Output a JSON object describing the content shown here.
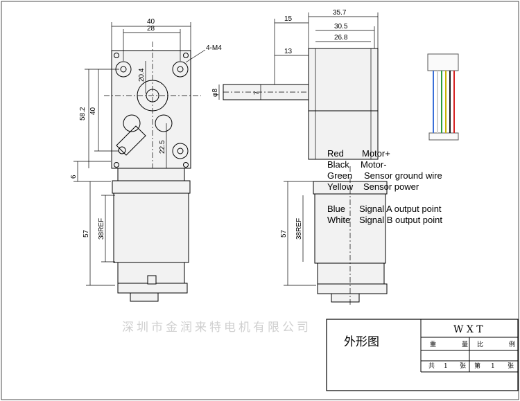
{
  "front_view": {
    "dims": {
      "width_40": "40",
      "hole_spacing_28": "28",
      "mount_holes": "4-M4",
      "offset_20_4": "20.4",
      "height_58_2": "58.2",
      "height_40": "40",
      "offset_22_5": "22.5",
      "gap_6": "6",
      "motor_57": "57",
      "motor_38ref": "38REF"
    }
  },
  "side_view": {
    "dims": {
      "d_35_7": "35.7",
      "d_30_5": "30.5",
      "d_26_8": "26.8",
      "d_15": "15",
      "d_13": "13",
      "shaft_dia": "φ8",
      "shaft_7": "7",
      "motor_57": "57",
      "motor_38ref": "38REF"
    }
  },
  "wiring": [
    {
      "color": "Red",
      "function": "Motor+"
    },
    {
      "color": "Black",
      "function": "Motor-"
    },
    {
      "color": "Green",
      "function": "Sensor ground wire"
    },
    {
      "color": "Yellow",
      "function": "Sensor power"
    },
    {
      "color": "Blue",
      "function": "Signal A output point"
    },
    {
      "color": "White",
      "function": "Signal B output point"
    }
  ],
  "connector_wire_colors": [
    "#3a6fd8",
    "#cfcfcf",
    "#2e9e3a",
    "#c9b300",
    "#1a1a1a",
    "#d42020"
  ],
  "watermark": "深圳市金润来特电机有限公司",
  "title_block": {
    "drawing_title": "外形图",
    "company_code": "W X T",
    "weight_label": "重",
    "weight_unit": "量",
    "scale_label": "比",
    "scale_unit": "例",
    "total_label": "共",
    "total_value": "1",
    "total_unit": "张",
    "sheet_label": "第",
    "sheet_value": "1",
    "sheet_unit": "张"
  }
}
